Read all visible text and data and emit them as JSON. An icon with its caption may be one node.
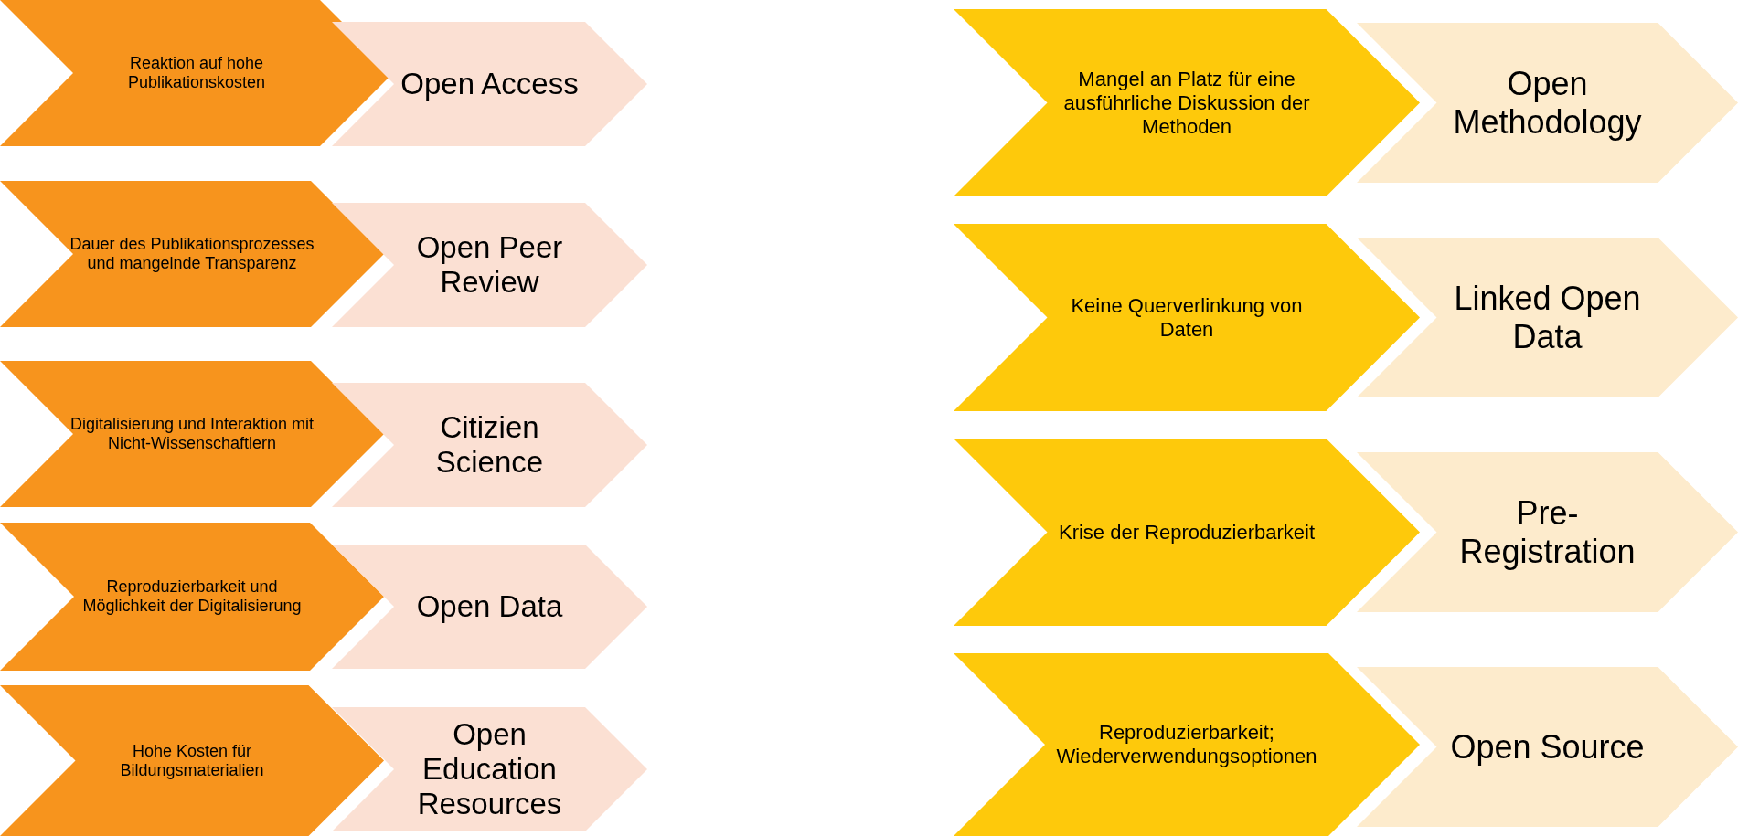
{
  "diagram": {
    "nodes": [
      {
        "text": [
          "Reaktion auf hohe Publikationskosten"
        ]
      },
      {
        "text": [
          "Open Access"
        ]
      },
      {
        "text": [
          "Dauer des Publikationsprozesses und mangelnde Transparenz"
        ]
      },
      {
        "text": [
          "Open Peer Review"
        ]
      },
      {
        "text": [
          "Digitalisierung und Interaktion mit Nicht-Wissenschaftlern"
        ]
      },
      {
        "text": [
          "Citizien Science"
        ]
      },
      {
        "text": [
          "Reproduzierbarkeit und Möglichkeit der Digitalisierung"
        ]
      },
      {
        "text": [
          "Open Data"
        ]
      },
      {
        "text": [
          "Hohe Kosten für Bildungsmaterialien"
        ]
      },
      {
        "text": [
          "Open Education Resources"
        ]
      },
      {
        "text": [
          "Mangel an Platz für eine ausführliche Diskussion der Methoden"
        ]
      },
      {
        "text": [
          "Open Methodology"
        ]
      },
      {
        "text": [
          "Keine Querverlinkung von Daten"
        ]
      },
      {
        "text": [
          "Linked Open Data"
        ]
      },
      {
        "text": [
          "Krise der Reproduzierbarkeit"
        ]
      },
      {
        "text": [
          "Pre-Registration"
        ]
      },
      {
        "text": [
          "Reproduzierbarkeit; Wiederverwendungsoptionen"
        ]
      },
      {
        "text": [
          "Open Source"
        ]
      }
    ]
  }
}
